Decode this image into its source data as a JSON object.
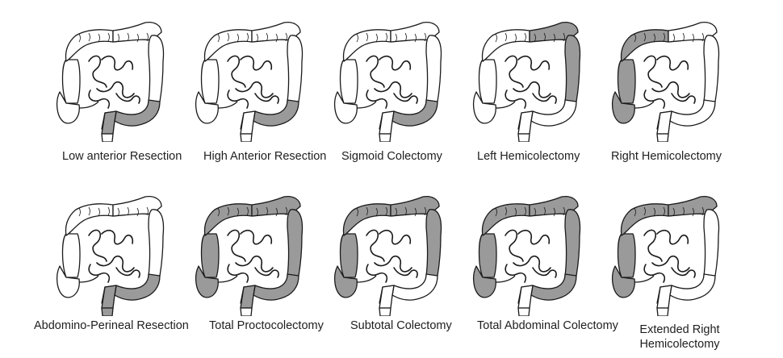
{
  "colors": {
    "outline": "#1a1a1a",
    "resected": "#9a9a9a",
    "background": "#ffffff"
  },
  "diagrams": [
    {
      "id": "low-anterior-resection",
      "label": "Low anterior Resection",
      "shade": [
        "sigmoid",
        "rectum"
      ]
    },
    {
      "id": "high-anterior-resection",
      "label": "High Anterior Resection",
      "shade": [
        "sigmoid",
        "upper-rectum"
      ]
    },
    {
      "id": "sigmoid-colectomy",
      "label": "Sigmoid Colectomy",
      "shade": [
        "sigmoid"
      ]
    },
    {
      "id": "left-hemicolectomy",
      "label": "Left Hemicolectomy",
      "shade": [
        "left-transverse",
        "descending"
      ]
    },
    {
      "id": "right-hemicolectomy",
      "label": "Right Hemicolectomy",
      "shade": [
        "right-transverse",
        "ascending",
        "cecum"
      ]
    },
    {
      "id": "abdomino-perineal-resection",
      "label": "Abdomino-Perineal Resection",
      "shade": [
        "sigmoid",
        "rectum",
        "anus"
      ]
    },
    {
      "id": "total-proctocolectomy",
      "label": "Total Proctocolectomy",
      "shade": [
        "ascending",
        "cecum",
        "right-transverse",
        "left-transverse",
        "descending",
        "sigmoid",
        "rectum"
      ]
    },
    {
      "id": "subtotal-colectomy",
      "label": "Subtotal Colectomy",
      "shade": [
        "ascending",
        "cecum",
        "right-transverse",
        "left-transverse",
        "descending"
      ]
    },
    {
      "id": "total-abdominal-colectomy",
      "label": "Total Abdominal Colectomy",
      "shade": [
        "ascending",
        "cecum",
        "right-transverse",
        "left-transverse",
        "descending",
        "sigmoid"
      ]
    },
    {
      "id": "extended-right-hemicolectomy",
      "label": "Extended Right Hemicolectomy",
      "shade": [
        "ascending",
        "cecum",
        "right-transverse",
        "left-transverse"
      ]
    }
  ]
}
